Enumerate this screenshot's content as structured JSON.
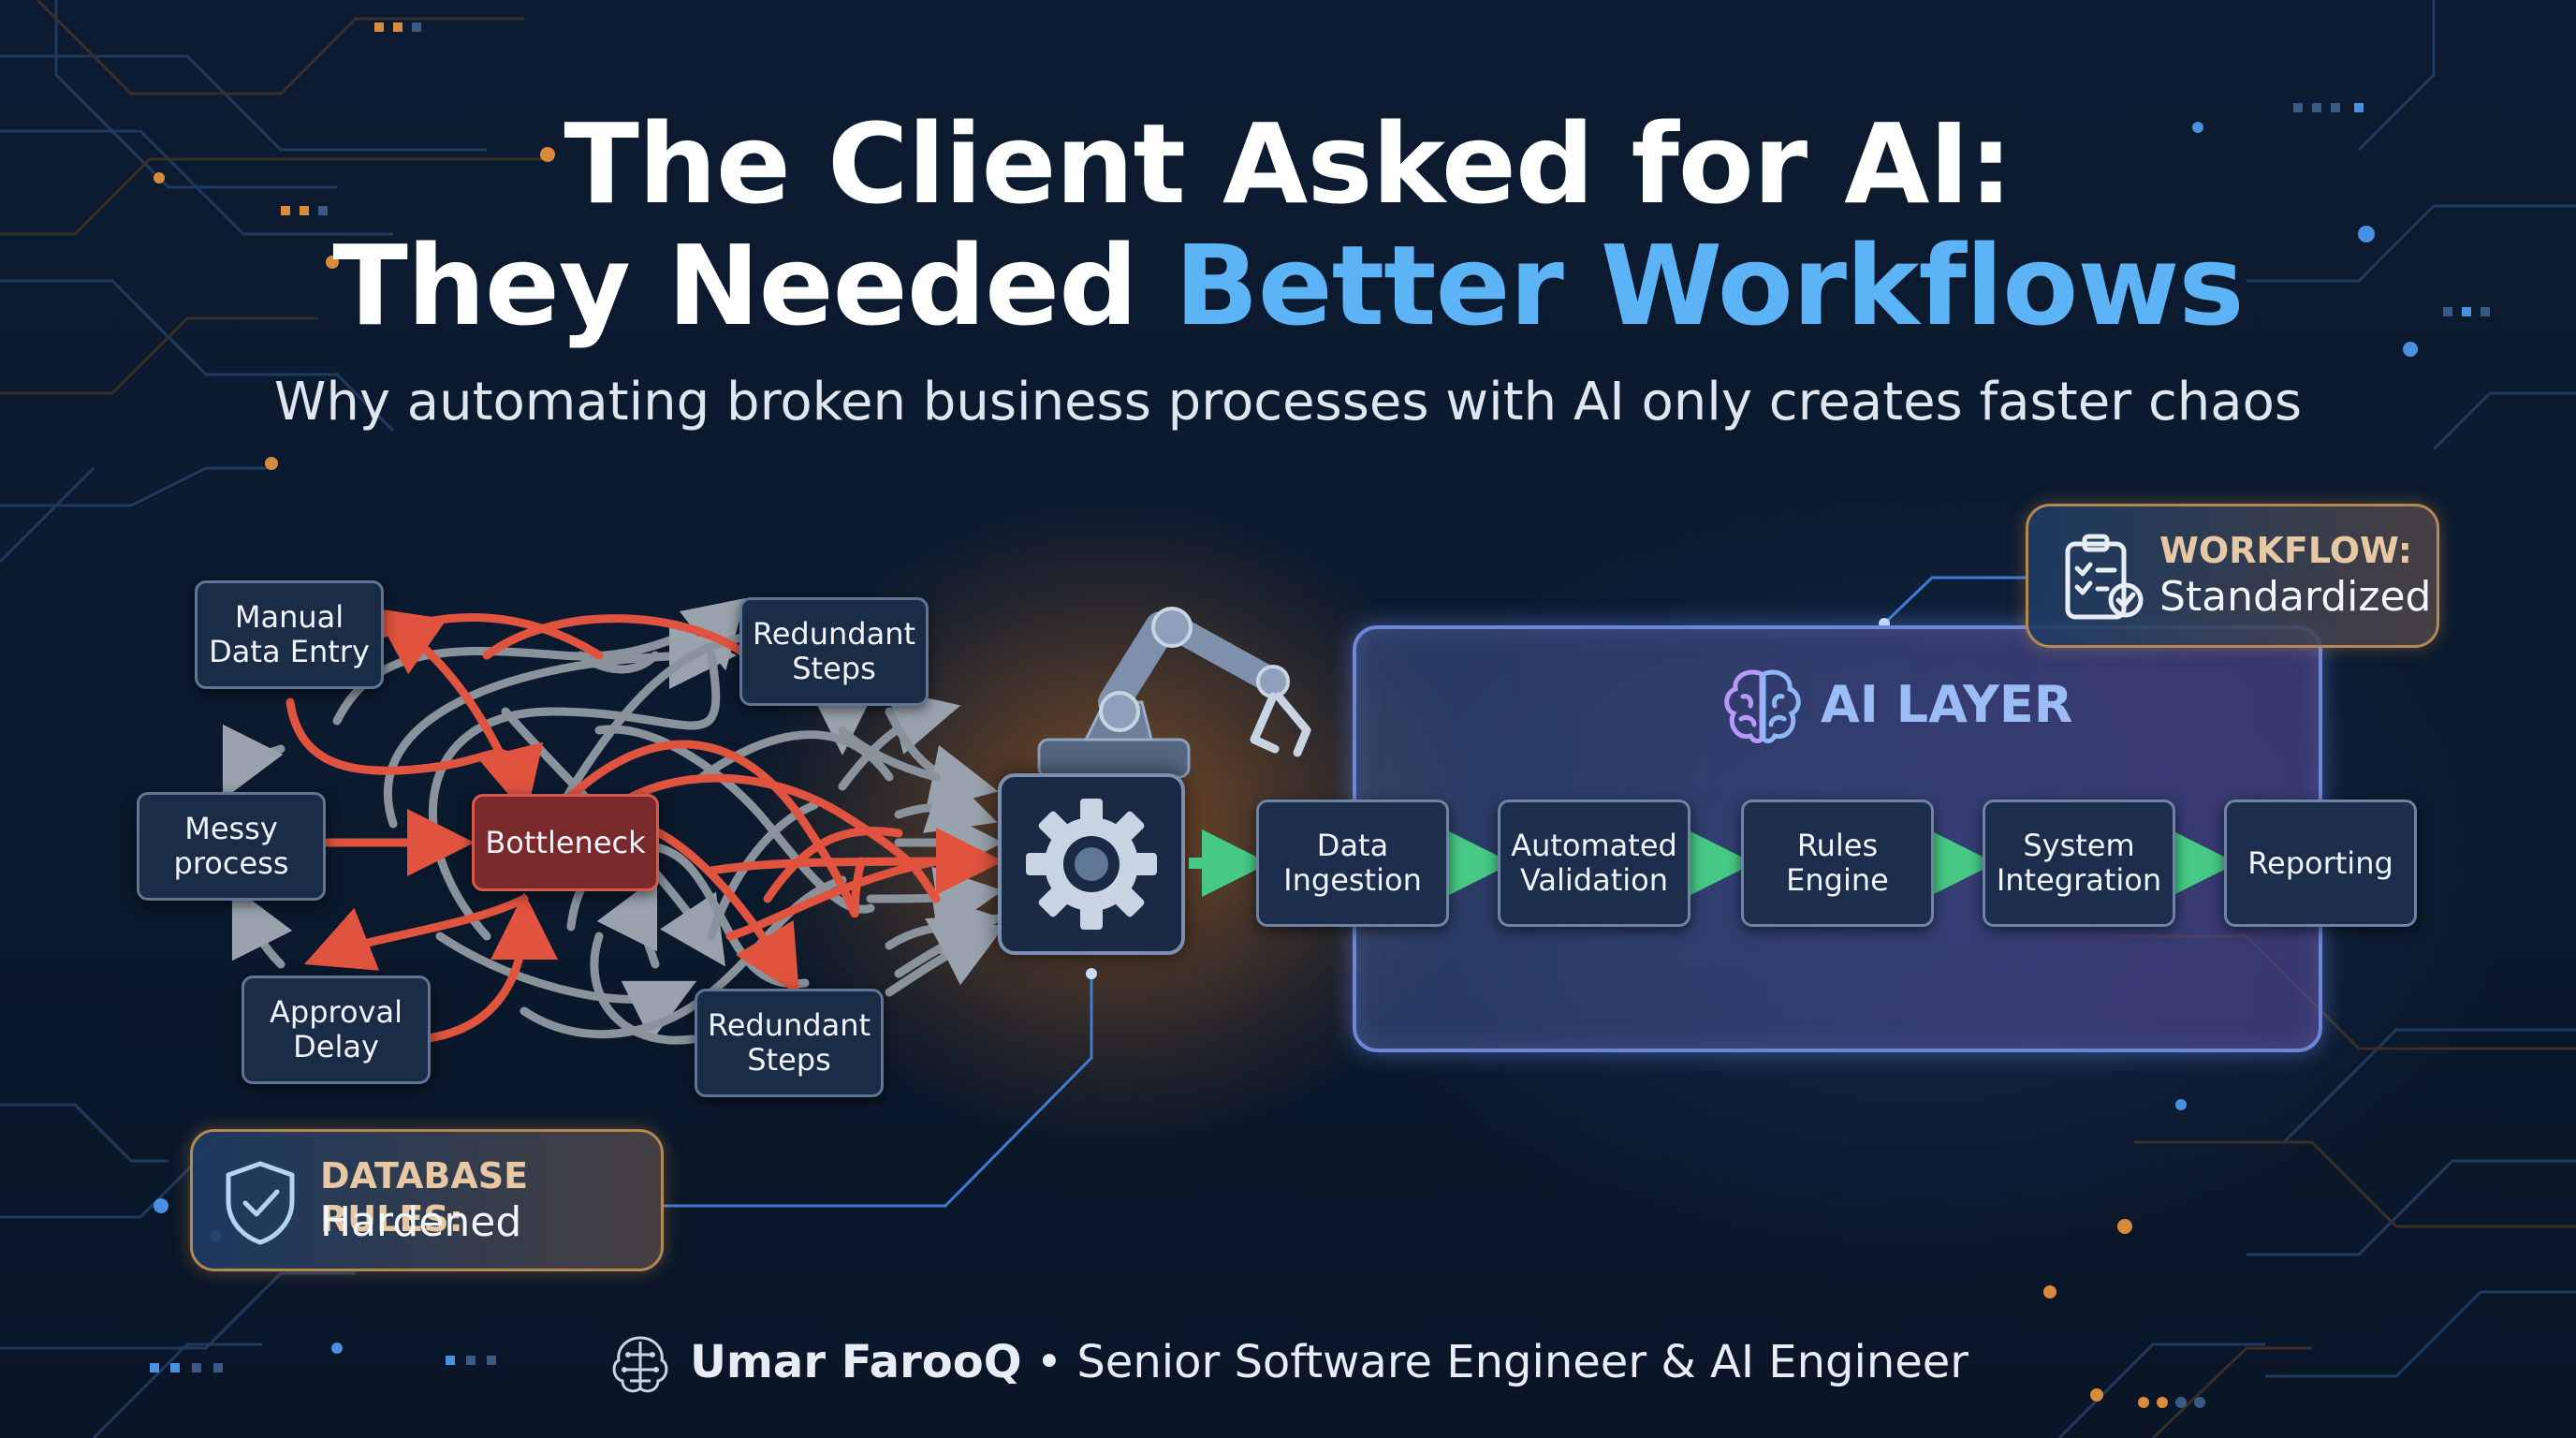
{
  "title": {
    "line1": "The Client Asked for AI:",
    "line2_plain": "They Needed ",
    "line2_accent": "Better Workflows"
  },
  "subtitle": "Why automating broken business processes with AI only creates faster chaos",
  "chaos": {
    "manual_entry": "Manual\nData Entry",
    "messy": "Messy\nprocess",
    "approval": "Approval\nDelay",
    "bottleneck": "Bottleneck",
    "redundant_top": "Redundant\nSteps",
    "redundant_bottom": "Redundant\nSteps"
  },
  "ai_layer": {
    "title": "AI LAYER",
    "steps": [
      "Data\nIngestion",
      "Automated\nValidation",
      "Rules\nEngine",
      "System\nIntegration",
      "Reporting"
    ]
  },
  "workflow_badge": {
    "heading": "WORKFLOW:",
    "value": "Standardized",
    "icon": "checklist-icon"
  },
  "database_badge": {
    "heading": "DATABASE RULES:",
    "value": "Hardened",
    "icon": "shield-check-icon"
  },
  "footer": {
    "name": "Umar FarooQ",
    "separator": " • ",
    "role": "Senior Software Engineer & AI Engineer"
  },
  "colors": {
    "background": "#0b1a2e",
    "accent_blue": "#5cb3f5",
    "chaos_red": "#e0533f",
    "chaos_gray": "#8a929c",
    "flow_green": "#47c985",
    "badge_border": "#b58752",
    "ai_border": "#6e86d8"
  }
}
